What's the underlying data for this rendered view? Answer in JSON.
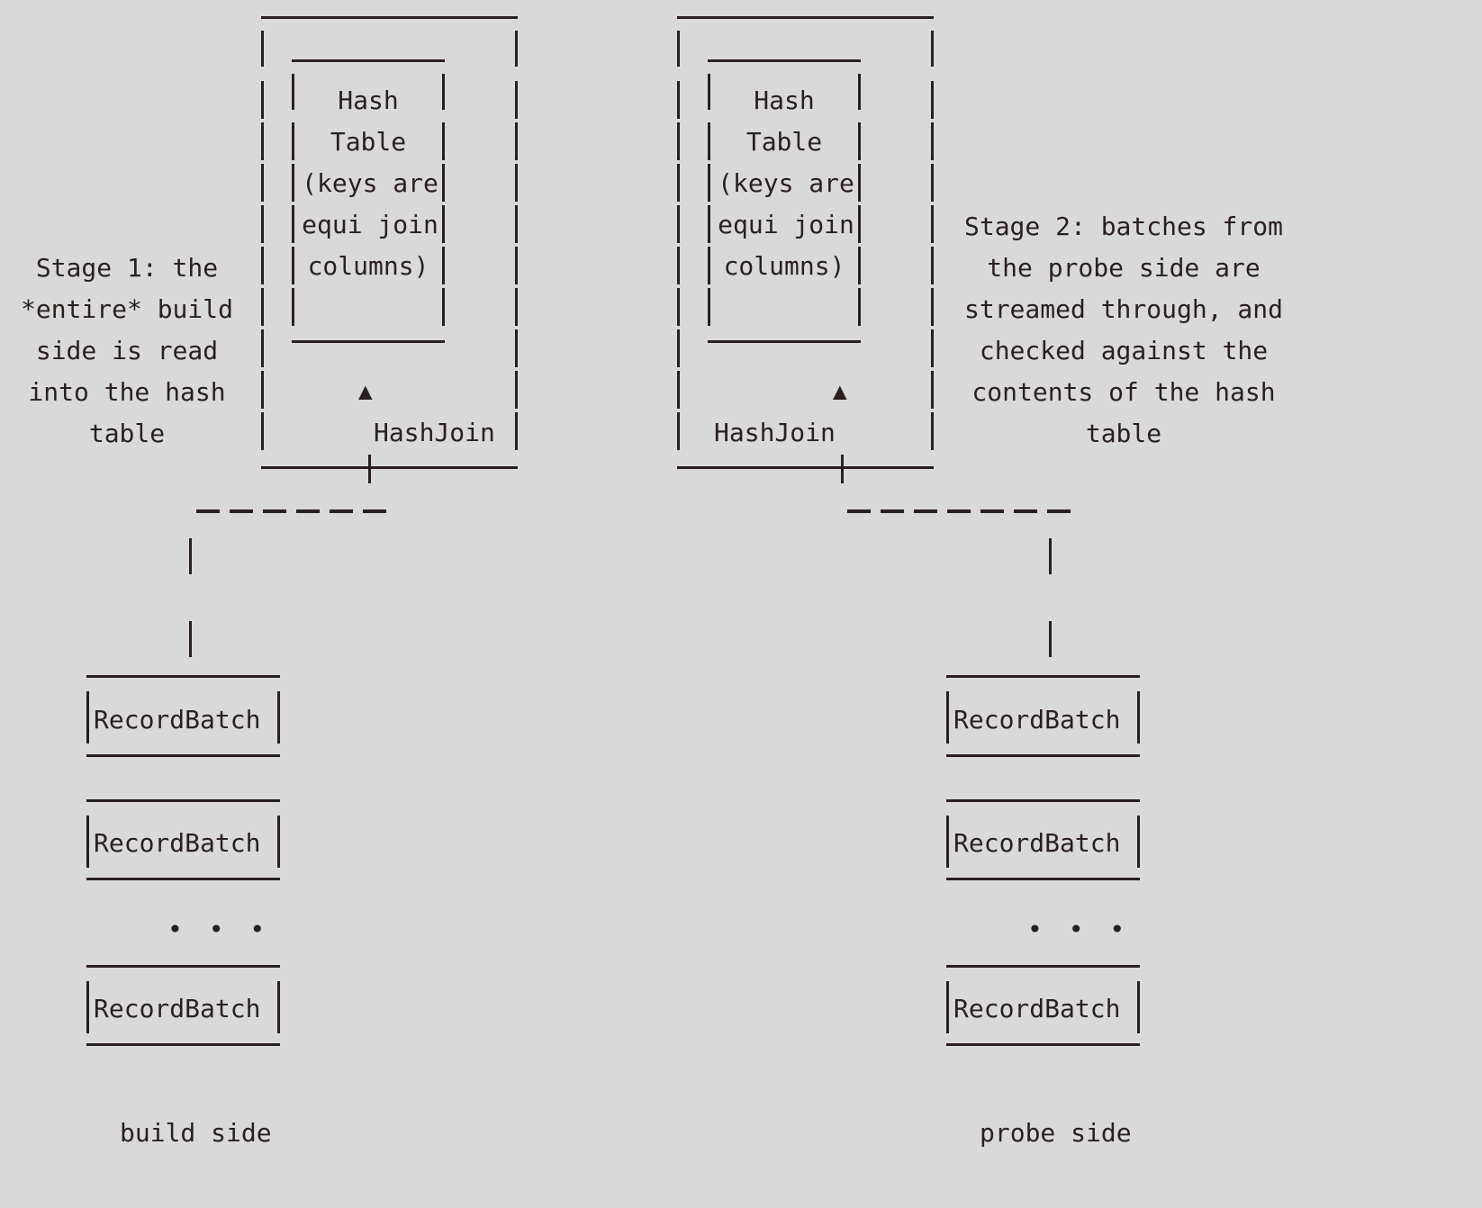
{
  "diagram": {
    "title": "HashJoin build side / probe side ASCII diagram",
    "background_color": "#d9d9d9",
    "ink_color": "#2a1f1f"
  },
  "stage1": {
    "annotation_lines": [
      "Stage 1: the",
      "*entire* build",
      "side is read",
      "into the hash",
      "table"
    ],
    "operator_label": "HashJoin",
    "hash_table_lines": [
      "Hash",
      "Table",
      "(keys are",
      "equi join",
      "columns)"
    ],
    "arrow_glyph": "▲"
  },
  "stage2": {
    "annotation_lines": [
      "Stage 2: batches from",
      "the probe side are",
      "streamed through, and",
      "checked against the",
      "contents of the hash",
      "table"
    ],
    "operator_label": "HashJoin",
    "hash_table_lines": [
      "Hash",
      "Table",
      "(keys are",
      "equi join",
      "columns)"
    ],
    "arrow_glyph": "▲"
  },
  "build_side": {
    "side_label": "build side",
    "batches": [
      "RecordBatch",
      "RecordBatch",
      "RecordBatch"
    ],
    "ellipsis": "• • •"
  },
  "probe_side": {
    "side_label": "probe side",
    "batches": [
      "RecordBatch",
      "RecordBatch",
      "RecordBatch"
    ],
    "ellipsis": "• • •"
  }
}
